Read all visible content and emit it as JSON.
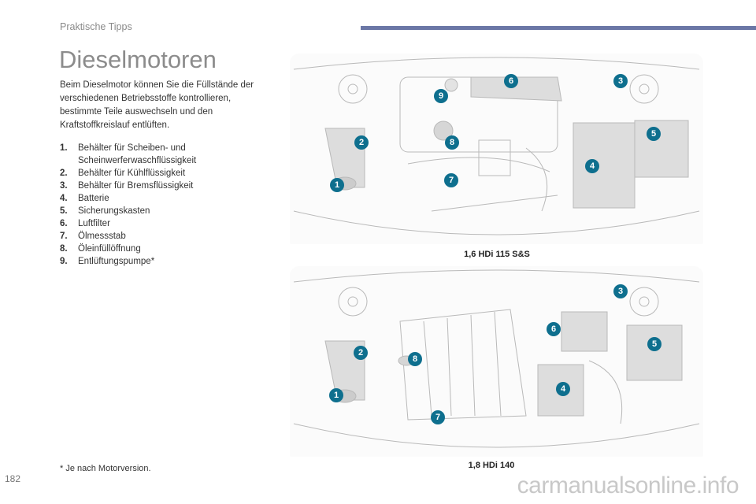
{
  "header": {
    "section": "Praktische Tipps",
    "accent_color": "#6b77a6"
  },
  "title": "Dieselmotoren",
  "intro": "Beim Dieselmotor können Sie die Füllstände der verschiedenen Betriebsstoffe kontrollieren, bestimmte Teile auswechseln und den Kraftstoffkreislauf entlüften.",
  "items": [
    {
      "num": "1.",
      "label": "Behälter für Scheiben- und Scheinwerferwaschflüssigkeit"
    },
    {
      "num": "2.",
      "label": "Behälter für Kühlflüssigkeit"
    },
    {
      "num": "3.",
      "label": "Behälter für Bremsflüssigkeit"
    },
    {
      "num": "4.",
      "label": "Batterie"
    },
    {
      "num": "5.",
      "label": "Sicherungskasten"
    },
    {
      "num": "6.",
      "label": "Luftfilter"
    },
    {
      "num": "7.",
      "label": "Ölmessstab"
    },
    {
      "num": "8.",
      "label": "Öleinfüllöffnung"
    },
    {
      "num": "9.",
      "label": "Entlüftungspumpe*"
    }
  ],
  "figures": [
    {
      "caption": "1,6 HDi 115 S&S",
      "badges": [
        "1",
        "2",
        "3",
        "4",
        "5",
        "6",
        "7",
        "8",
        "9"
      ]
    },
    {
      "caption": "1,8 HDi 140",
      "badges": [
        "1",
        "2",
        "3",
        "4",
        "5",
        "6",
        "7",
        "8"
      ]
    }
  ],
  "badge_color": "#0e6f8e",
  "footnote": "* Je nach Motorversion.",
  "page_number": "182",
  "watermark": "carmanualsonline.info"
}
